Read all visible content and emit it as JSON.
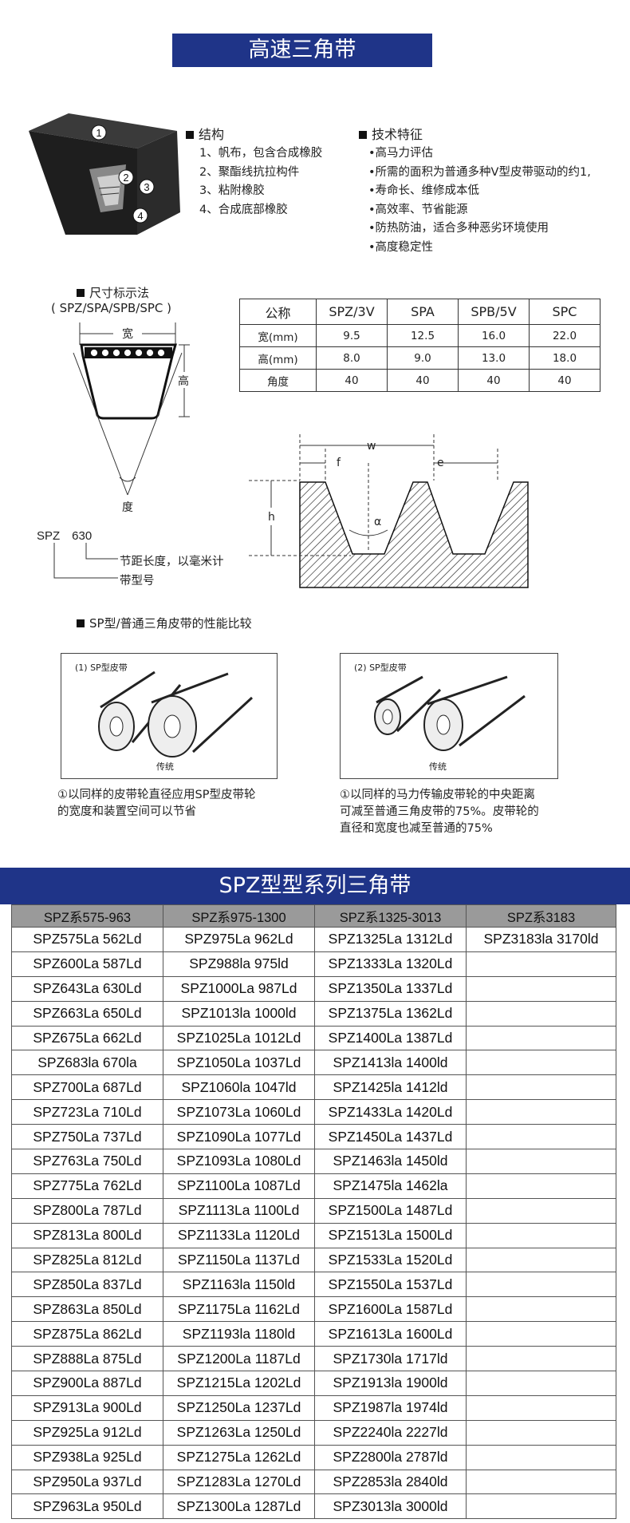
{
  "title": "高速三角带",
  "structure": {
    "heading": "结构",
    "items": [
      "1、帆布，包含合成橡胶",
      "2、聚酯线抗拉构件",
      "3、粘附橡胶",
      "4、合成底部橡胶"
    ],
    "callouts": [
      "1",
      "2",
      "3",
      "4"
    ]
  },
  "tech": {
    "heading": "技术特征",
    "items": [
      "•高马力评估",
      "•所需的面积为普通多种V型皮带驱动的约1,",
      "•寿命长、维修成本低",
      "•高效率、节省能源",
      "•防热防油，适合多种恶劣环境使用",
      "•高度稳定性"
    ]
  },
  "dimension": {
    "heading": "尺寸标示法",
    "sub": "( SPZ/SPA/SPB/SPC )",
    "label_width": "宽",
    "label_height": "高",
    "label_angle": "度",
    "code": "SPZ　630",
    "note1": "节距长度，以毫米计",
    "note2": "带型号"
  },
  "spec_table": {
    "rows": [
      [
        "公称",
        "SPZ/3V",
        "SPA",
        "SPB/5V",
        "SPC"
      ],
      [
        "宽(mm)",
        "9.5",
        "12.5",
        "16.0",
        "22.0"
      ],
      [
        "高(mm)",
        "8.0",
        "9.0",
        "13.0",
        "18.0"
      ],
      [
        "角度",
        "40",
        "40",
        "40",
        "40"
      ]
    ]
  },
  "groove": {
    "w": "w",
    "f": "f",
    "e": "e",
    "h": "h",
    "alpha": "α"
  },
  "compare": {
    "heading": "SP型/普通三角皮带的性能比较",
    "left_label": "(1) SP型皮带",
    "left_sub": "传统",
    "right_label": "(2) SP型皮带",
    "right_sub": "传统",
    "left_caption": [
      "①以同样的皮带轮直径应用SP型皮带轮",
      "的宽度和装置空间可以节省"
    ],
    "right_caption": [
      "①以同样的马力传输皮带轮的中央距离",
      "可减至普通三角皮带的75%。皮带轮的",
      "直径和宽度也减至普通的75%"
    ]
  },
  "series_title": "SPZ型型系列三角带",
  "series_headers": [
    "SPZ系575-963",
    "SPZ系975-1300",
    "SPZ系1325-3013",
    "SPZ系3183"
  ],
  "series_rows": [
    [
      "SPZ575La 562Ld",
      "SPZ975La 962Ld",
      "SPZ1325La 1312Ld",
      "SPZ3183la 3170ld"
    ],
    [
      "SPZ600La 587Ld",
      "SPZ988la 975ld",
      "SPZ1333La 1320Ld",
      ""
    ],
    [
      "SPZ643La 630Ld",
      "SPZ1000La 987Ld",
      "SPZ1350La 1337Ld",
      ""
    ],
    [
      "SPZ663La 650Ld",
      "SPZ1013la 1000ld",
      "SPZ1375La 1362Ld",
      ""
    ],
    [
      "SPZ675La 662Ld",
      "SPZ1025La 1012Ld",
      "SPZ1400La 1387Ld",
      ""
    ],
    [
      "SPZ683la 670la",
      "SPZ1050La 1037Ld",
      "SPZ1413la 1400ld",
      ""
    ],
    [
      "SPZ700La 687Ld",
      "SPZ1060la 1047ld",
      "SPZ1425la 1412ld",
      ""
    ],
    [
      "SPZ723La 710Ld",
      "SPZ1073La 1060Ld",
      "SPZ1433La 1420Ld",
      ""
    ],
    [
      "SPZ750La 737Ld",
      "SPZ1090La 1077Ld",
      "SPZ1450La 1437Ld",
      ""
    ],
    [
      "SPZ763La 750Ld",
      "SPZ1093La 1080Ld",
      "SPZ1463la 1450ld",
      ""
    ],
    [
      "SPZ775La 762Ld",
      "SPZ1100La 1087Ld",
      "SPZ1475la 1462la",
      ""
    ],
    [
      "SPZ800La 787Ld",
      "SPZ1113La 1100Ld",
      "SPZ1500La 1487Ld",
      ""
    ],
    [
      "SPZ813La 800Ld",
      "SPZ1133La 1120Ld",
      "SPZ1513La 1500Ld",
      ""
    ],
    [
      "SPZ825La 812Ld",
      "SPZ1150La 1137Ld",
      "SPZ1533La 1520Ld",
      ""
    ],
    [
      "SPZ850La 837Ld",
      "SPZ1163la 1150ld",
      "SPZ1550La 1537Ld",
      ""
    ],
    [
      "SPZ863La 850Ld",
      "SPZ1175La 1162Ld",
      "SPZ1600La 1587Ld",
      ""
    ],
    [
      "SPZ875La 862Ld",
      "SPZ1193la 1180ld",
      "SPZ1613La 1600Ld",
      ""
    ],
    [
      "SPZ888La 875Ld",
      "SPZ1200La 1187Ld",
      "SPZ1730la 1717ld",
      ""
    ],
    [
      "SPZ900La 887Ld",
      "SPZ1215La 1202Ld",
      "SPZ1913la 1900ld",
      ""
    ],
    [
      "SPZ913La 900Ld",
      "SPZ1250La 1237Ld",
      "SPZ1987la 1974ld",
      ""
    ],
    [
      "SPZ925La 912Ld",
      "SPZ1263La 1250Ld",
      "SPZ2240la 2227ld",
      ""
    ],
    [
      "SPZ938La 925Ld",
      "SPZ1275La 1262Ld",
      "SPZ2800la 2787ld",
      ""
    ],
    [
      "SPZ950La 937Ld",
      "SPZ1283La 1270Ld",
      "SPZ2853la 2840ld",
      ""
    ],
    [
      "SPZ963La 950Ld",
      "SPZ1300La 1287Ld",
      "SPZ3013la 3000ld",
      ""
    ]
  ]
}
